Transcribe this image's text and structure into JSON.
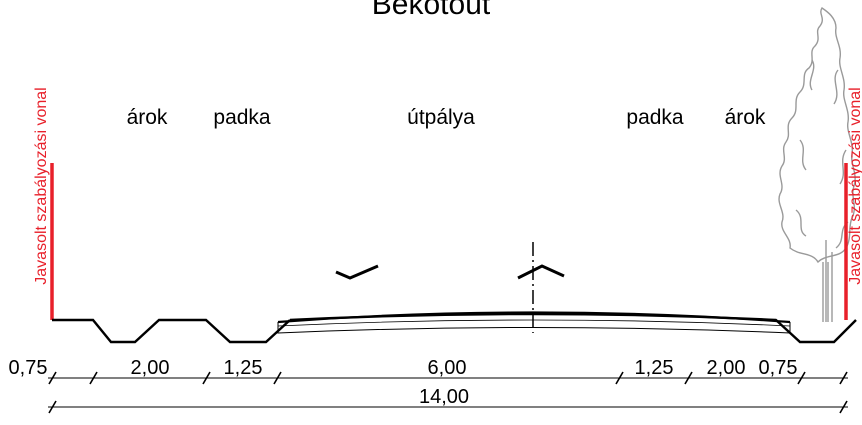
{
  "title": "Bekötőút",
  "zone_labels": {
    "left_ditch": "árok",
    "left_shoulder": "padka",
    "carriageway": "útpálya",
    "right_shoulder": "padka",
    "right_ditch": "árok"
  },
  "regulation_line_label": "Javasolt szabályozási vonal",
  "dimensions": {
    "d1": "0,75",
    "d2": "2,00",
    "d3": "1,25",
    "d4": "6,00",
    "d5": "1,25",
    "d6": "2,00",
    "d7": "0,75",
    "total": "14,00"
  },
  "colors": {
    "regulation_line": "#e8202a",
    "line": "#000000",
    "tree": "#9a9a9a"
  }
}
